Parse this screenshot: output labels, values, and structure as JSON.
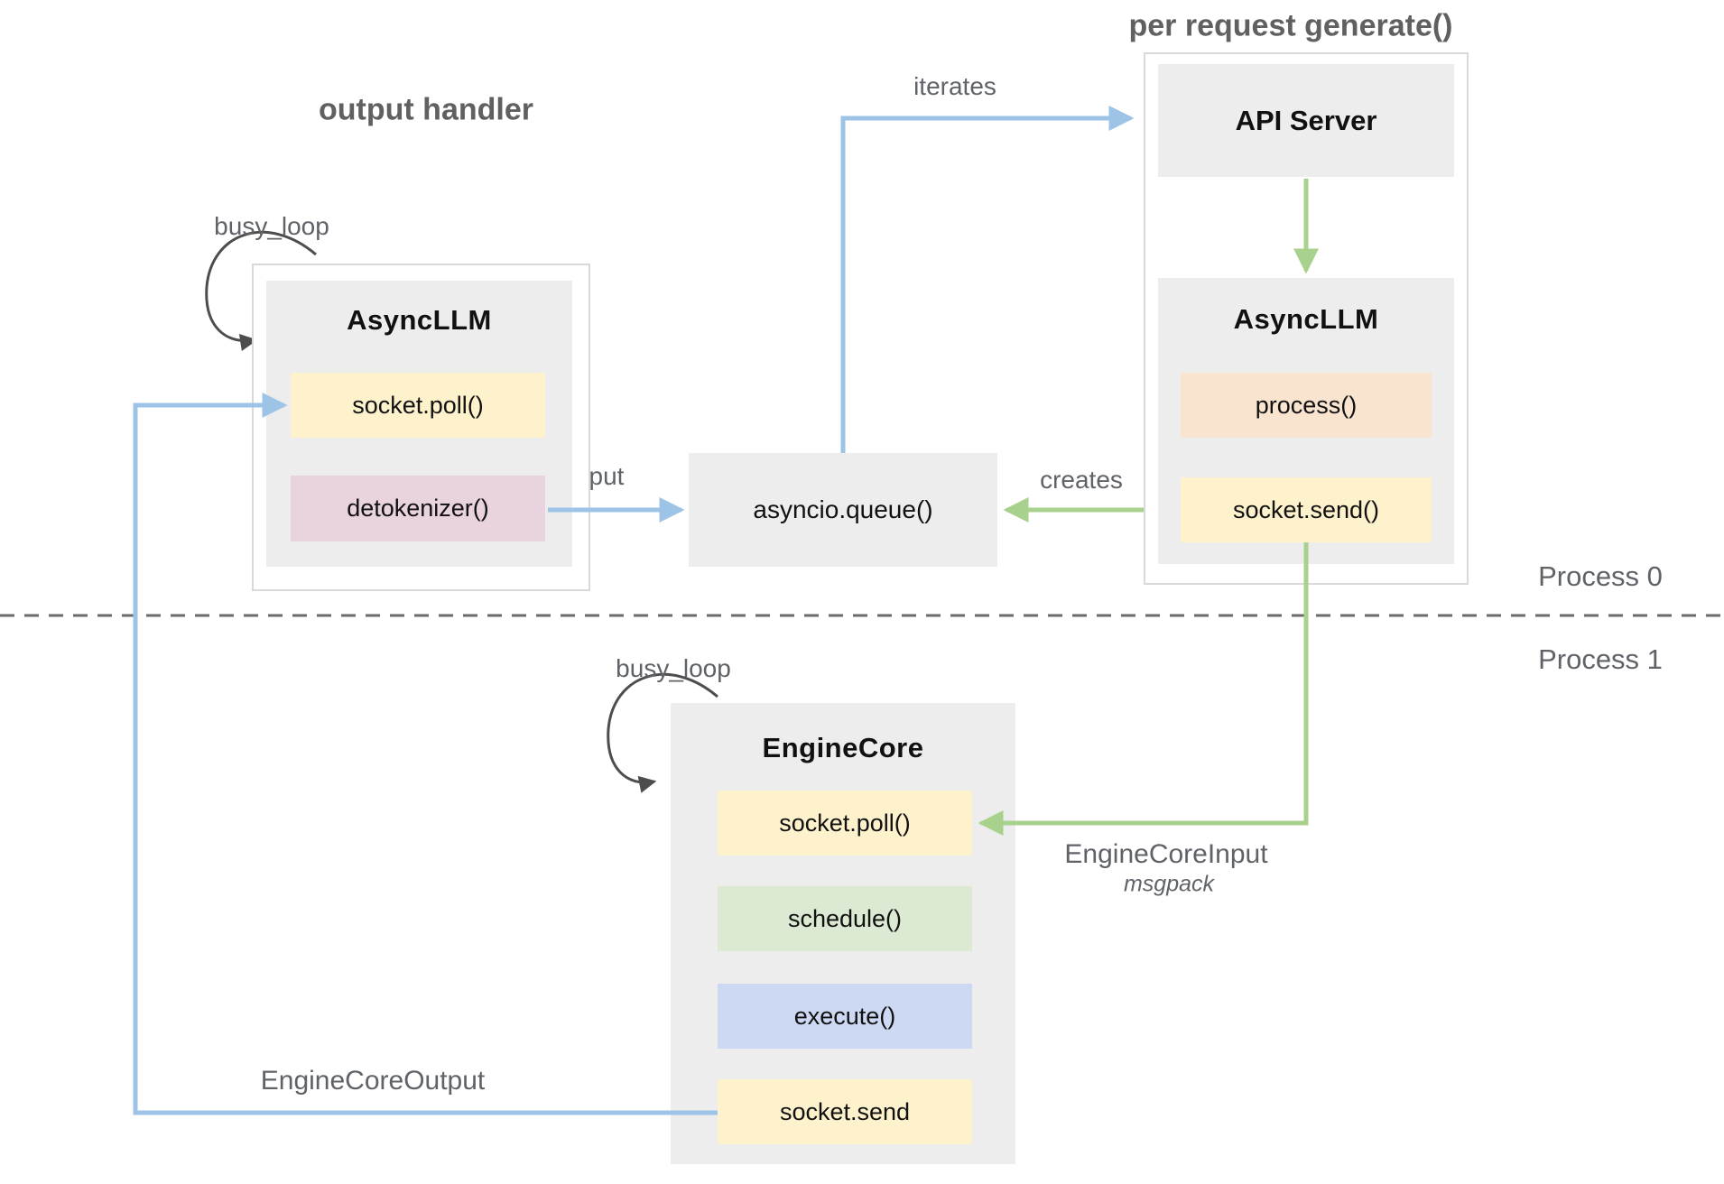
{
  "titles": {
    "output_handler": "output handler",
    "per_request_generate": "per request generate()"
  },
  "labels": {
    "busy_loop_top": "busy_loop",
    "busy_loop_bottom": "busy_loop",
    "iterates": "iterates",
    "put": "put",
    "creates": "creates",
    "engine_core_input": "EngineCoreInput",
    "msgpack": "msgpack",
    "engine_core_output": "EngineCoreOutput",
    "process0": "Process 0",
    "process1": "Process 1"
  },
  "nodes": {
    "async_llm_left": {
      "title": "AsyncLLM",
      "methods": [
        {
          "label": "socket.poll()",
          "color": "#fdf2cc"
        },
        {
          "label": "detokenizer()",
          "color": "#e8d3de"
        }
      ]
    },
    "api_server": {
      "title": "API Server"
    },
    "async_llm_right": {
      "title": "AsyncLLM",
      "methods": [
        {
          "label": "process()",
          "color": "#f9e4cf"
        },
        {
          "label": "socket.send()",
          "color": "#fdf2cc"
        }
      ]
    },
    "queue": {
      "title": "asyncio.queue()"
    },
    "engine_core": {
      "title": "EngineCore",
      "methods": [
        {
          "label": "socket.poll()",
          "color": "#fdf2cc"
        },
        {
          "label": "schedule()",
          "color": "#dcead3"
        },
        {
          "label": "execute()",
          "color": "#cdd9f3"
        },
        {
          "label": "socket.send",
          "color": "#fdf2cc"
        }
      ]
    }
  },
  "colors": {
    "arrow_blue": "#9dc3e6",
    "arrow_green": "#a9d18e",
    "loop_arrow": "#4d4d4d",
    "node_bg": "#ededed",
    "outer_border": "#d9d9d9",
    "dashed_line": "#6b6b6b",
    "label_text": "#5f6368"
  }
}
